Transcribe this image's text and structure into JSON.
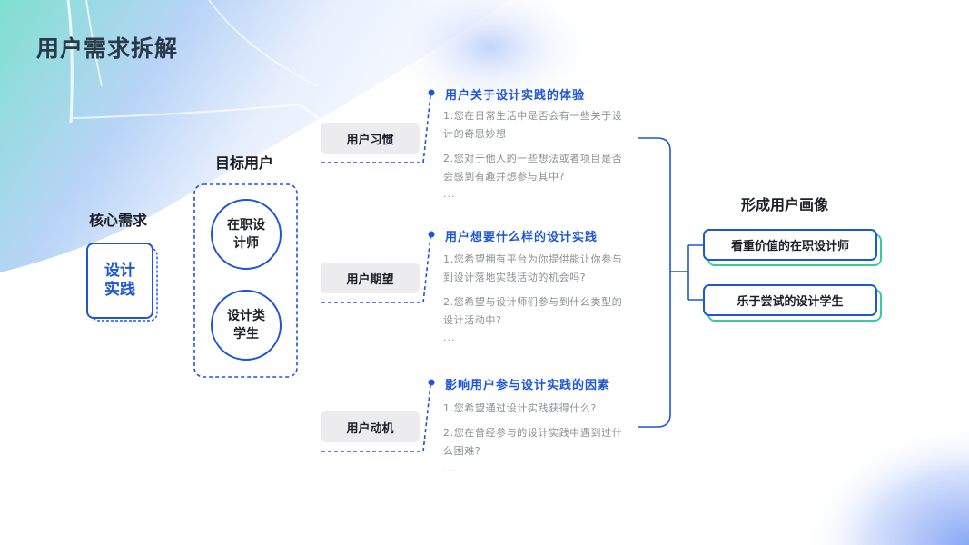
{
  "page_title": "用户需求拆解",
  "core": {
    "title": "核心需求",
    "box": "设计实践"
  },
  "target": {
    "title": "目标用户",
    "items": [
      "在职设计师",
      "设计类学生"
    ]
  },
  "categories": [
    {
      "label": "用户习惯",
      "heading": "用户关于设计实践的体验",
      "questions": [
        "1.您在日常生活中是否会有一些关于设计的奇思妙想",
        "2.您对于他人的一些想法或者项目是否会感到有趣并想参与其中?"
      ],
      "ellipsis": "..."
    },
    {
      "label": "用户期望",
      "heading": "用户想要什么样的设计实践",
      "questions": [
        "1.您希望拥有平台为你提供能让你参与到设计落地实践活动的机会吗?",
        "2.您希望与设计师们参与到什么类型的设计活动中?"
      ],
      "ellipsis": "..."
    },
    {
      "label": "用户动机",
      "heading": "影响用户参与设计实践的因素",
      "questions": [
        "1.您希望通过设计实践获得什么?",
        "2.您在曾经参与的设计实践中遇到过什么困难?"
      ],
      "ellipsis": "..."
    }
  ],
  "persona": {
    "title": "形成用户画像",
    "items": [
      "看重价值的在职设计师",
      "乐于尝试的设计学生"
    ]
  },
  "colors": {
    "primary": "#1f56d6",
    "accent_green": "#3cc9a0",
    "pill_bg": "#ececee"
  }
}
